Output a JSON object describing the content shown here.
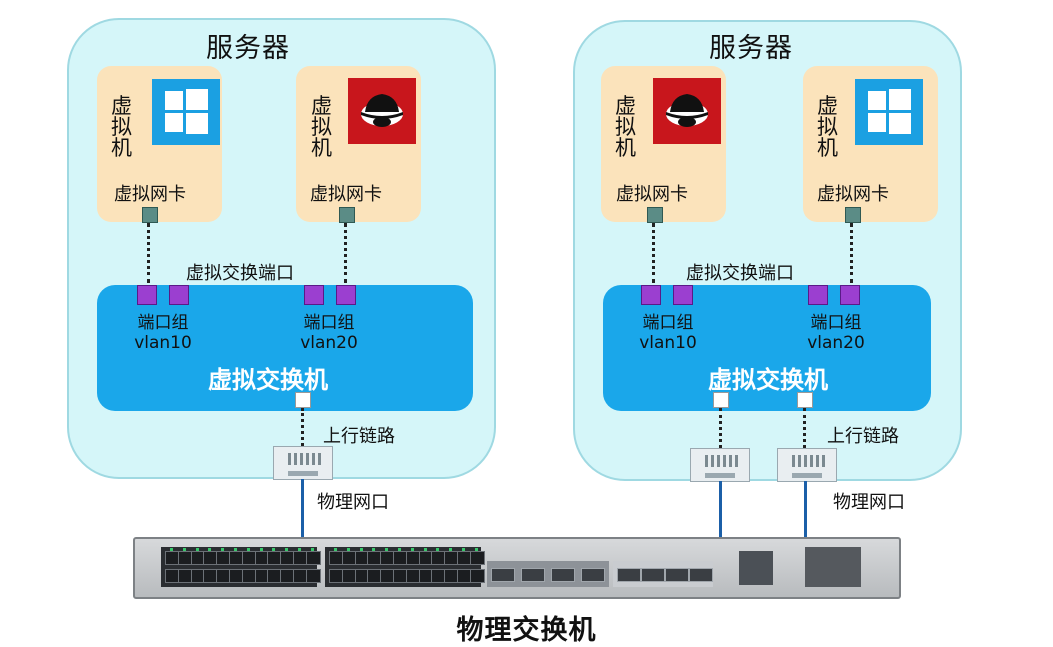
{
  "servers": [
    {
      "title": "服务器",
      "vms": [
        {
          "label": "虚拟机",
          "os": "windows-logo-icon",
          "nic_label": "虚拟网卡"
        },
        {
          "label": "虚拟机",
          "os": "redhat-logo-icon",
          "nic_label": "虚拟网卡"
        }
      ],
      "vswitch_port_label": "虚拟交换端口",
      "port_groups": [
        {
          "name": "端口组",
          "vlan": "vlan10"
        },
        {
          "name": "端口组",
          "vlan": "vlan20"
        }
      ],
      "vswitch_title": "虚拟交换机",
      "uplink_label": "上行链路",
      "physical_port_label": "物理网口"
    },
    {
      "title": "服务器",
      "vms": [
        {
          "label": "虚拟机",
          "os": "redhat-logo-icon",
          "nic_label": "虚拟网卡"
        },
        {
          "label": "虚拟机",
          "os": "windows-logo-icon",
          "nic_label": "虚拟网卡"
        }
      ],
      "vswitch_port_label": "虚拟交换端口",
      "port_groups": [
        {
          "name": "端口组",
          "vlan": "vlan10"
        },
        {
          "name": "端口组",
          "vlan": "vlan20"
        }
      ],
      "vswitch_title": "虚拟交换机",
      "uplink_label": "上行链路",
      "physical_port_label": "物理网口"
    }
  ],
  "physical_switch": {
    "title": "物理交换机"
  },
  "colors": {
    "server_bg": "#d5f6f9",
    "vm_bg": "#fbe3bb",
    "vswitch_bg": "#1aa7ea",
    "port_purple": "#9b3fd0",
    "cable_blue": "#1b5fa8",
    "windows_blue": "#1ba0e2",
    "redhat_red": "#c8161c"
  }
}
